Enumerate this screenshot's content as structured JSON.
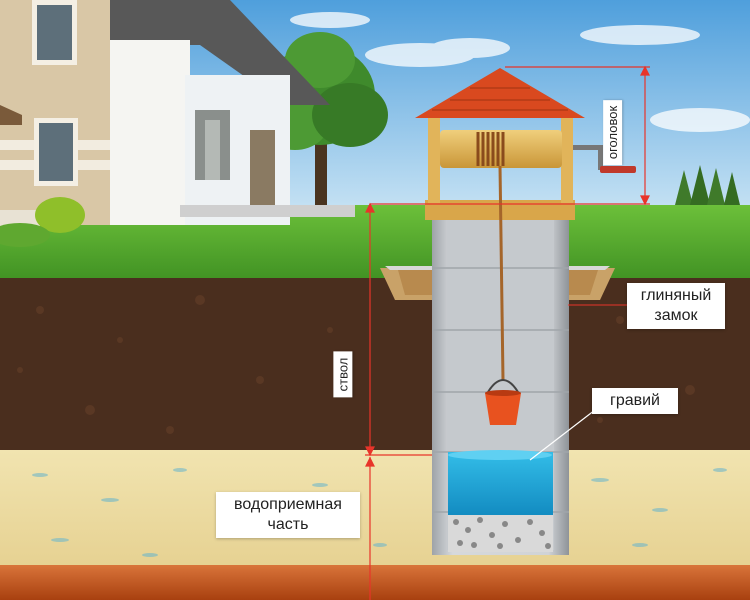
{
  "labels": {
    "head": "оголовок",
    "shaft": "ствол",
    "clay_lock_line1": "глиняный",
    "clay_lock_line2": "замок",
    "gravel": "гравий",
    "intake_line1": "водоприемная",
    "intake_line2": "часть"
  },
  "colors": {
    "sky_top": "#4f9fdc",
    "sky_bottom": "#cfe6f5",
    "grass": "#4caa2a",
    "soil": "#4a2e1e",
    "sand": "#efe0a8",
    "clay_bottom": "#c7541c",
    "concrete": "#c9ccd0",
    "water": "#1fa8d8",
    "roof": "#d9491f",
    "wood": "#e1b45a",
    "bucket": "#e8521f",
    "guide_line": "#e8342a"
  },
  "icons": [
    "house",
    "tree",
    "well-roof",
    "windlass-drum",
    "rope",
    "bucket",
    "gravel"
  ]
}
